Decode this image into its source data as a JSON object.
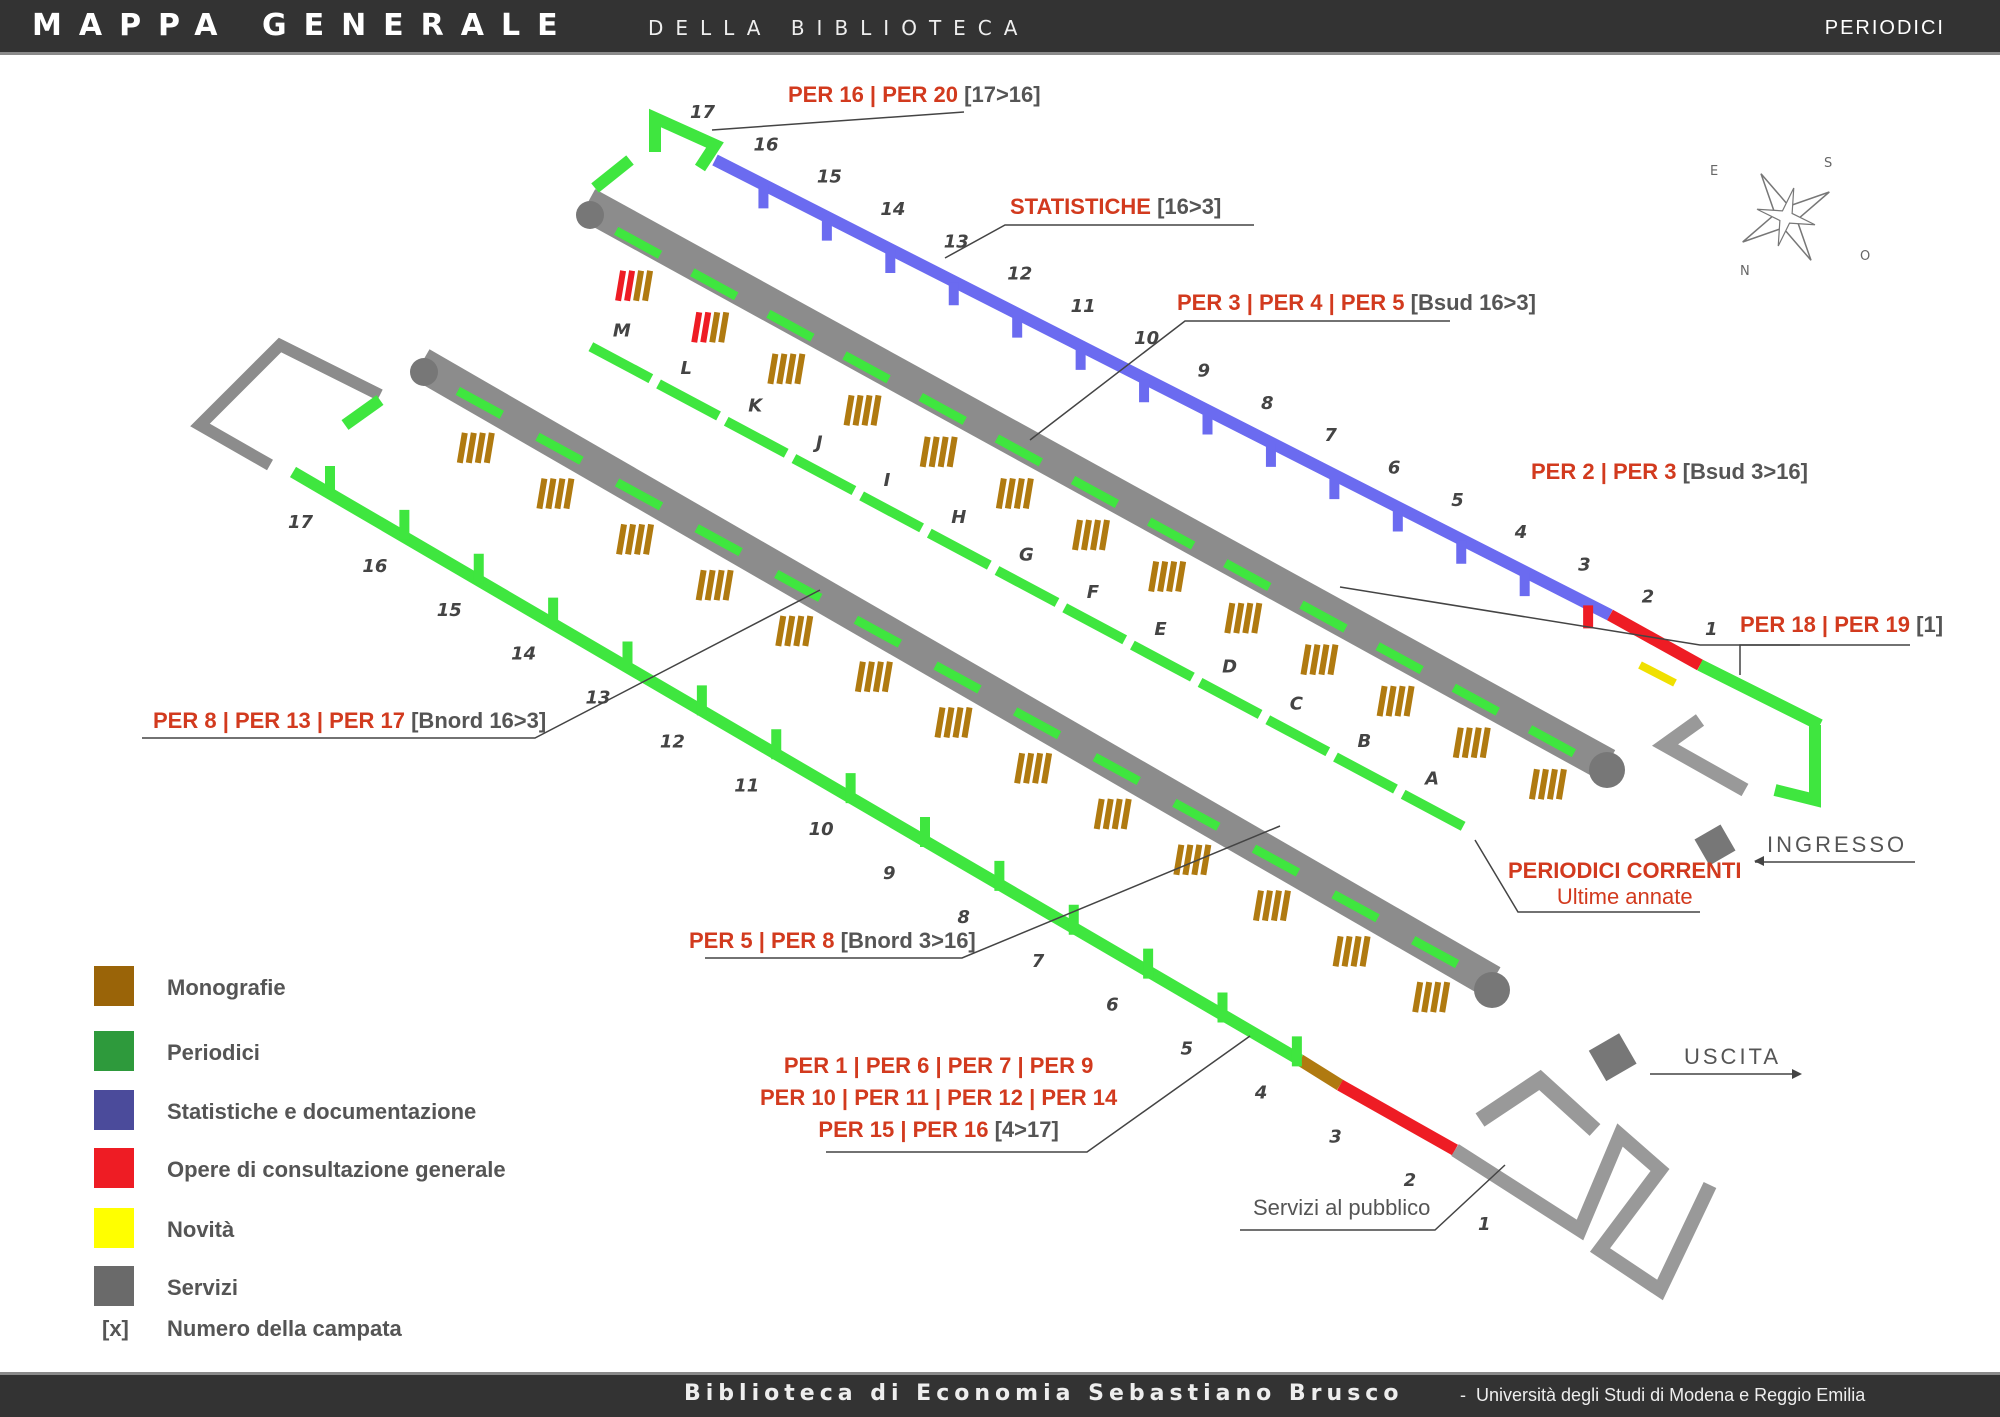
{
  "header": {
    "title": "MAPPA GENERALE",
    "subtitle": "DELLA BIBLIOTECA",
    "section": "PERIODICI"
  },
  "footer": {
    "library": "Biblioteca di Economia Sebastiano Brusco",
    "separator": "-",
    "university": "Università degli Studi di Modena e Reggio Emilia"
  },
  "compass": {
    "e": "E",
    "s": "S",
    "n": "N",
    "o": "O"
  },
  "labels": {
    "per16_20": {
      "red": "PER 16 | PER 20",
      "gray": "[17>16]"
    },
    "statistiche": {
      "red": "STATISTICHE",
      "gray": "[16>3]"
    },
    "per3_4_5": {
      "red": "PER 3 | PER 4 | PER 5",
      "gray": "[Bsud 16>3]"
    },
    "per2_3": {
      "red": "PER 2 | PER 3",
      "gray": "[Bsud 3>16]"
    },
    "per18_19": {
      "red": "PER 18 | PER 19",
      "gray": "[1]"
    },
    "per8_13_17": {
      "red": "PER 8 | PER 13 | PER 17",
      "gray": "[Bnord 16>3]"
    },
    "correnti": {
      "line1": "PERIODICI CORRENTI",
      "line2": "Ultime annate"
    },
    "per5_8": {
      "red": "PER 5 | PER 8",
      "gray": "[Bnord 3>16]"
    },
    "per_block": {
      "line1": "PER 1 | PER 6 | PER 7 | PER 9",
      "line2": "PER 10 | PER 11 | PER 12 | PER 14",
      "line3": "PER 15 | PER 16",
      "gray": "[4>17]"
    },
    "ingresso": "INGRESSO",
    "uscita": "USCITA",
    "servizi": "Servizi al pubblico"
  },
  "bays_lower": [
    "17",
    "16",
    "15",
    "14",
    "13",
    "12",
    "11",
    "10",
    "9",
    "8",
    "7",
    "6",
    "5",
    "4",
    "3",
    "2",
    "1"
  ],
  "bays_upper": [
    "17",
    "16",
    "15",
    "14",
    "13",
    "12",
    "11",
    "10",
    "9",
    "8",
    "7",
    "6",
    "5",
    "4",
    "3",
    "2",
    "1"
  ],
  "rows": [
    "M",
    "L",
    "K",
    "J",
    "I",
    "H",
    "G",
    "F",
    "E",
    "D",
    "C",
    "B",
    "A"
  ],
  "legend": [
    {
      "label": "Monografie",
      "color": "#9a6408"
    },
    {
      "label": "Periodici",
      "color": "#2e9a3c"
    },
    {
      "label": "Statistiche e documentazione",
      "color": "#4b4b9b"
    },
    {
      "label": "Opere di consultazione generale",
      "color": "#ee1c24"
    },
    {
      "label": "Novità",
      "color": "#ffff00"
    },
    {
      "label": "Servizi",
      "color": "#6a6a6a"
    }
  ],
  "legend_note": {
    "key": "[x]",
    "label": "Numero della campata"
  },
  "colors": {
    "green": "#3fe63f",
    "blue": "#6b6bf0",
    "red": "#ee1c24",
    "brown": "#b07a10",
    "gray": "#8c8c8c"
  }
}
